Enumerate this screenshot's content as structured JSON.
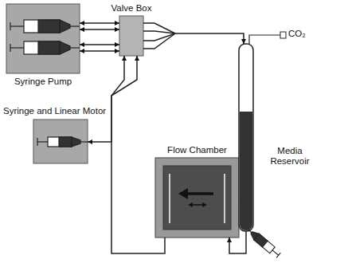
{
  "diagram": {
    "nodes": [
      {
        "text": [
          "Syringe Pump"
        ]
      },
      {
        "text": [
          "Valve Box"
        ]
      },
      {
        "text": [
          "Syringe and Linear Motor"
        ]
      },
      {
        "text": [
          "Flow Chamber"
        ]
      },
      {
        "text": [
          "Media Reservoir"
        ]
      }
    ],
    "edges": [
      {
        "from": 0,
        "to": 1,
        "arrow": "both"
      },
      {
        "from": 1,
        "to": 4,
        "arrow": "to"
      },
      {
        "from": 4,
        "to": 3,
        "arrow": "to"
      },
      {
        "from": 3,
        "to": 1,
        "arrow": "to"
      },
      {
        "from": 2,
        "to": 1,
        "arrow": "both"
      }
    ],
    "labels": [
      "CO₂"
    ]
  }
}
